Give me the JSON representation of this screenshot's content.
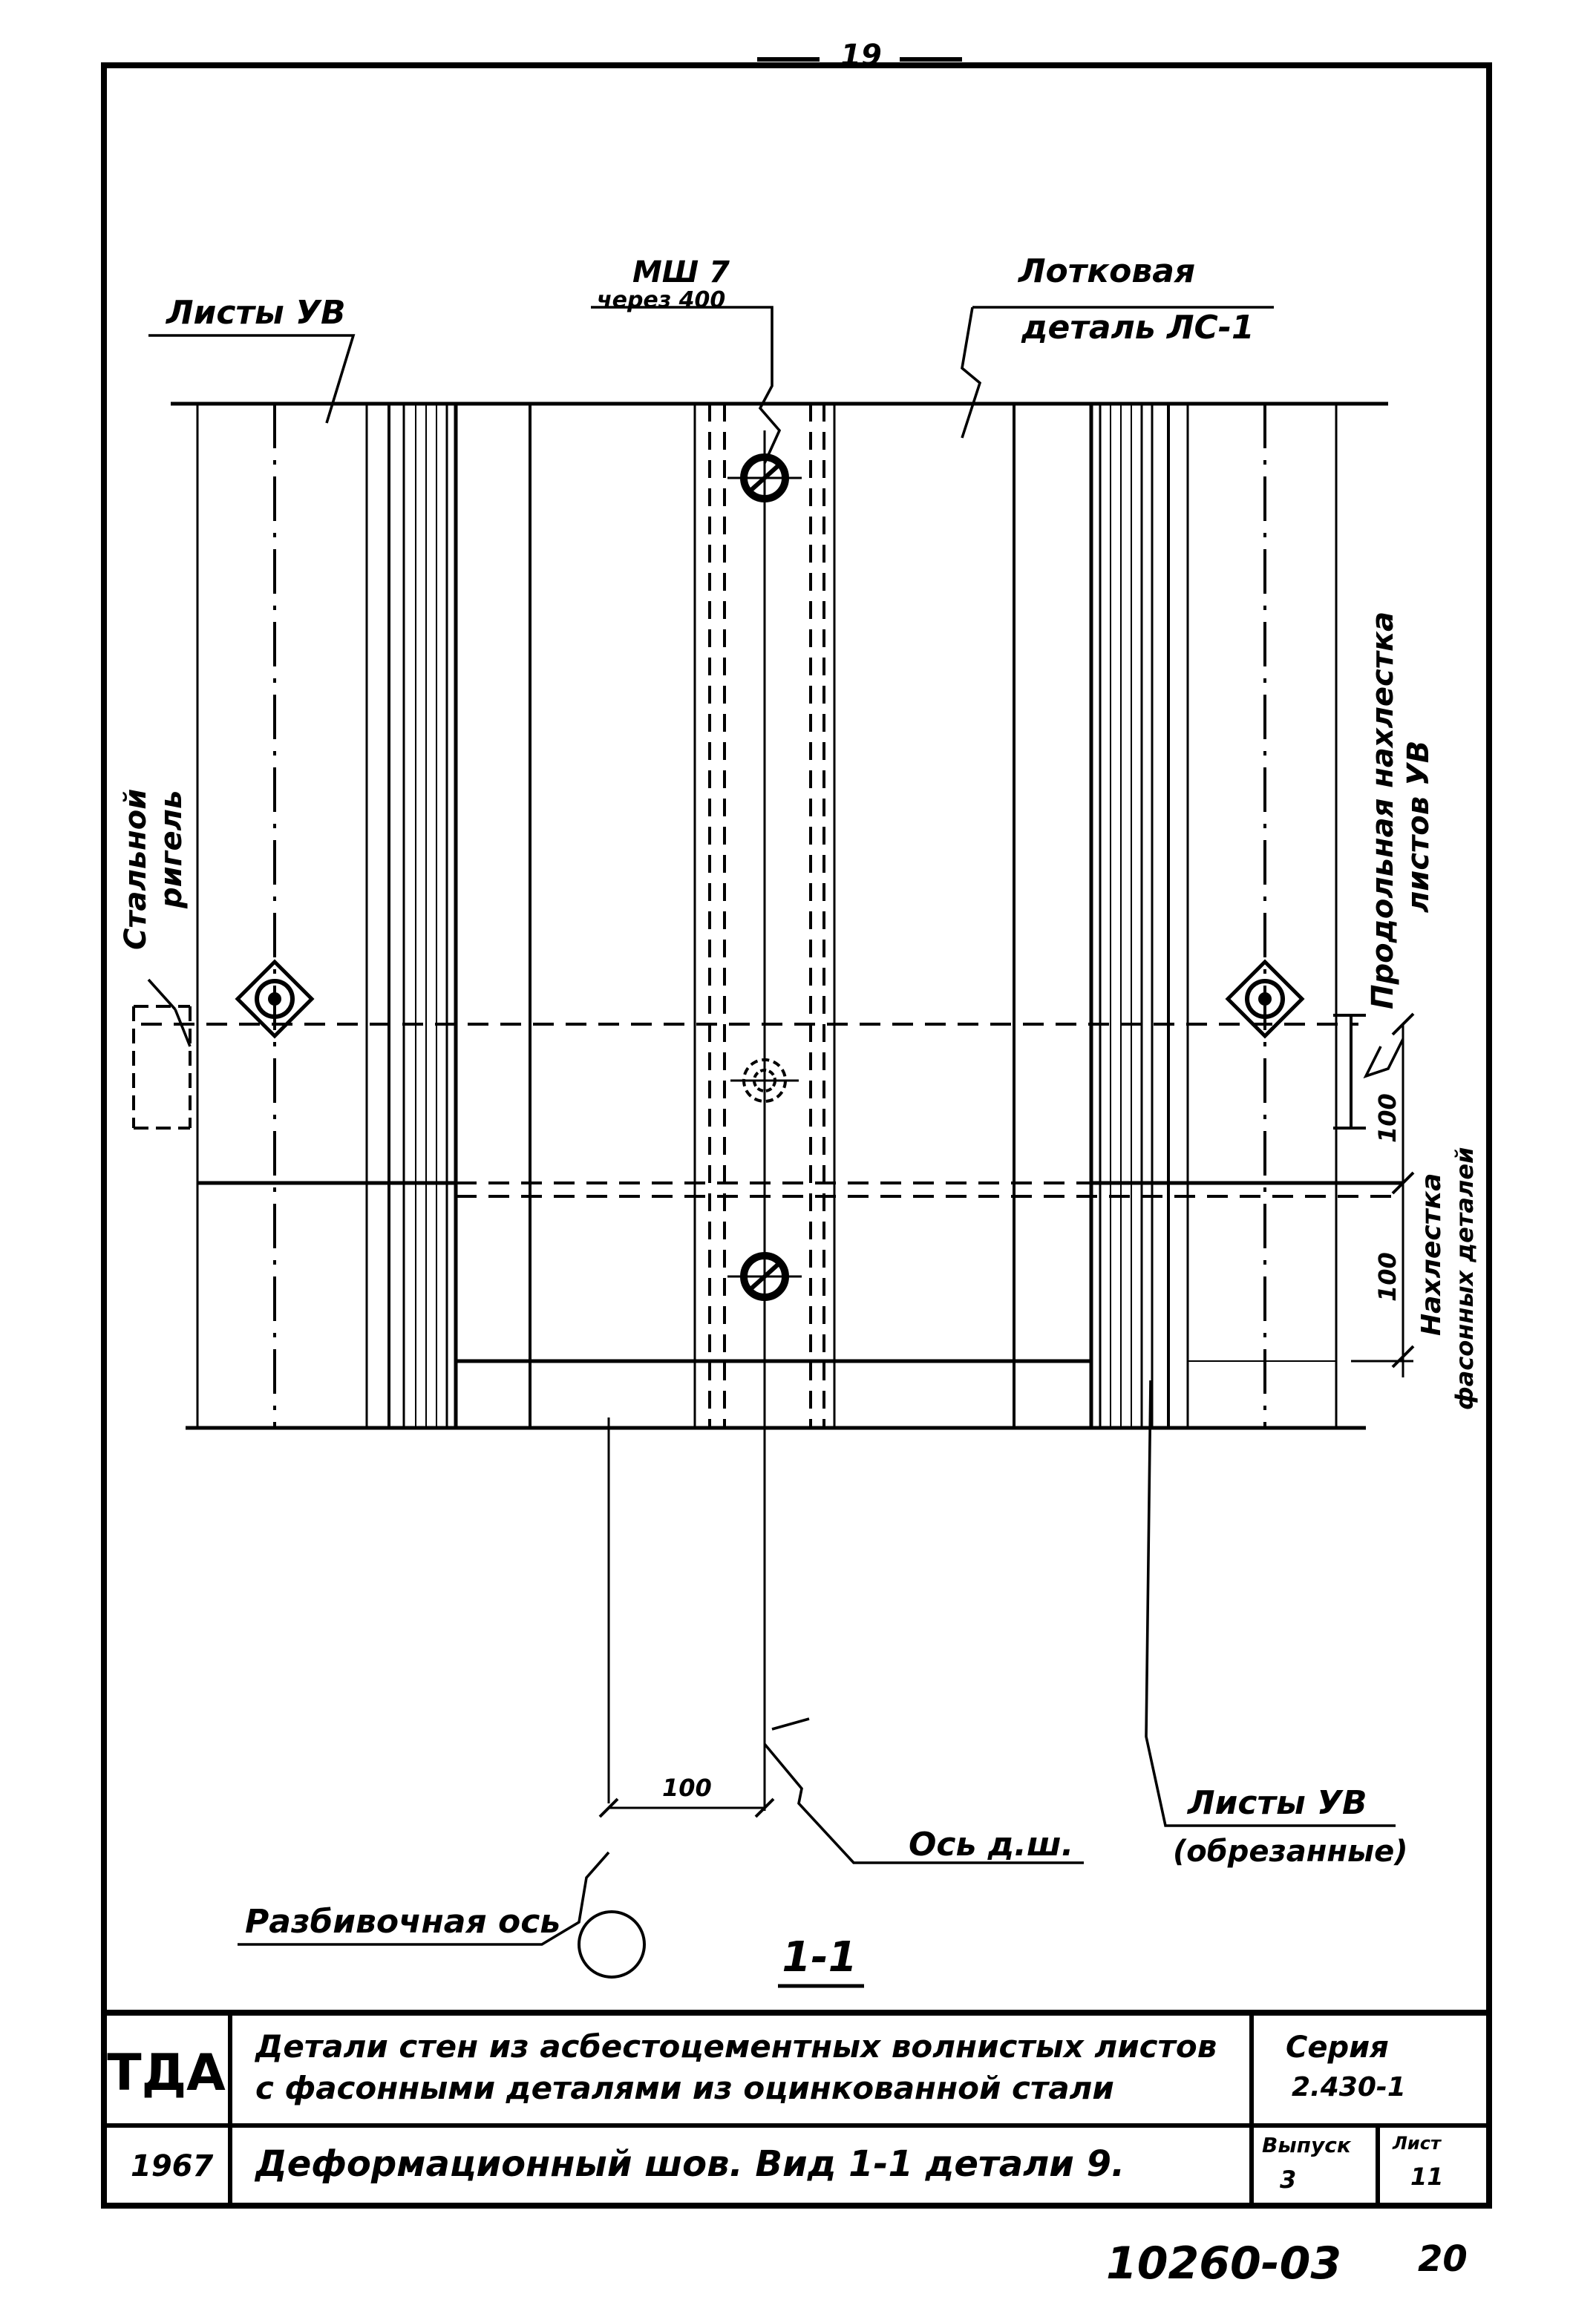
{
  "page_number": "19",
  "labels": {
    "sheets_top_left": "Листы УВ",
    "bolt": "МШ 7",
    "bolt_spacing": "через 400",
    "flash_title_1": "Лотковая",
    "flash_title_2": "деталь ЛС-1",
    "steel_girt_1": "Стальной",
    "steel_girt_2": "ригель",
    "lap_right_1": "Продольная нахлестка",
    "lap_right_2": "листов УВ",
    "lap_shaped_1": "Нахлестка",
    "lap_shaped_2": "фасонных деталей",
    "dim_100_top": "100",
    "dim_100_mid": "100",
    "dim_100_bottom": "100",
    "axis_joint": "Ось д.ш.",
    "sheets_bottom_1": "Листы УВ",
    "sheets_bottom_2": "(обрезанные)",
    "layout_axis": "Разбивочная ось",
    "section": "1-1"
  },
  "title_block": {
    "org": "ТДА",
    "title_line1": "Детали стен из асбестоцементных волнистых листов",
    "title_line2": "с фасонными деталями из оцинкованной стали",
    "series_label": "Серия",
    "series_value": "2.430-1",
    "year": "1967",
    "sheet_title": "Деформационный шов. Вид 1-1 детали 9.",
    "issue_label": "Выпуск",
    "issue_value": "3",
    "sheet_label": "Лист",
    "sheet_value": "11"
  },
  "doc_number": "10260-03",
  "doc_suffix": "20"
}
